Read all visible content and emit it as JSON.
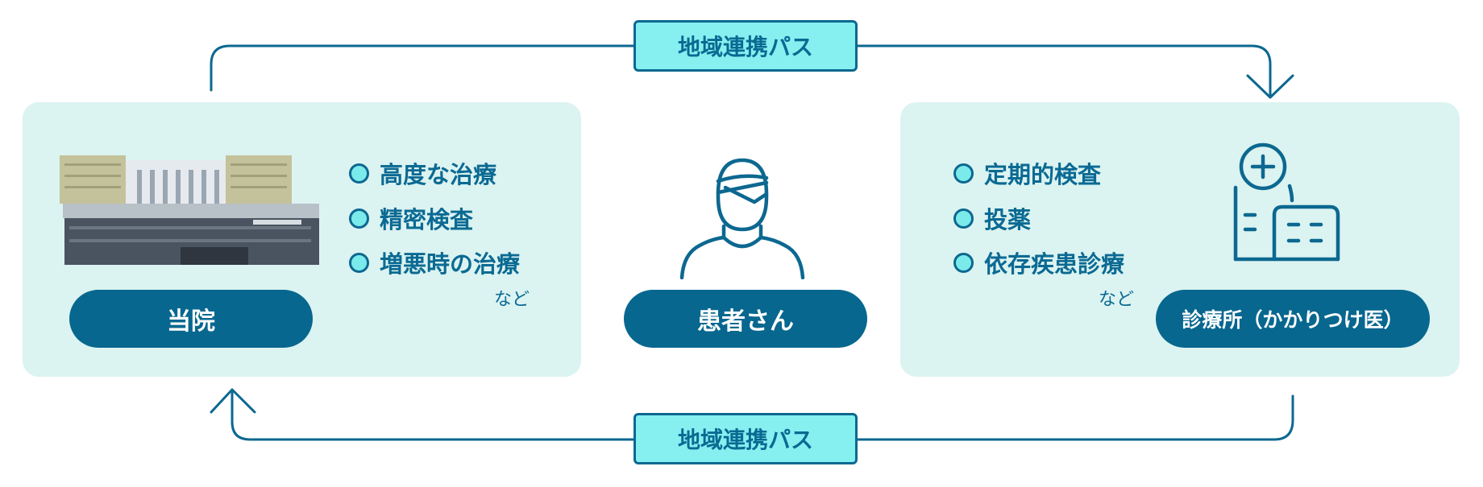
{
  "path_labels": {
    "top": "地域連携パス",
    "bottom": "地域連携パス"
  },
  "left": {
    "name": "当院",
    "items": [
      "高度な治療",
      "精密検査",
      "増悪時の治療"
    ],
    "etc": "など"
  },
  "center": {
    "name": "患者さん"
  },
  "right": {
    "name": "診療所（かかりつけ医）",
    "items": [
      "定期的検査",
      "投薬",
      "依存疾患診療"
    ],
    "etc": "など"
  },
  "colors": {
    "primary": "#07678f",
    "panel_bg": "#dbf3f1",
    "label_bg": "#86f0f0",
    "bullet_fill": "#7beaea"
  }
}
